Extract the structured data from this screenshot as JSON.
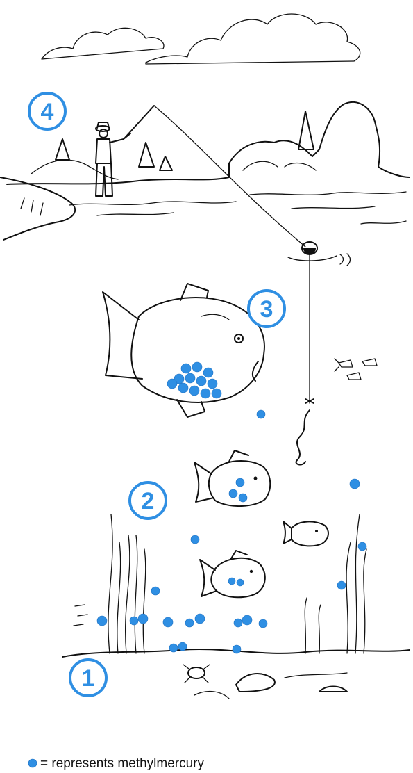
{
  "stage_labels": [
    {
      "id": "1",
      "label": "1"
    },
    {
      "id": "2",
      "label": "2"
    },
    {
      "id": "3",
      "label": "3"
    },
    {
      "id": "4",
      "label": "4"
    }
  ],
  "legend": {
    "symbol": "blue-dot",
    "text": "= represents methylmercury"
  },
  "colors": {
    "methylmercury": "#2f8fe3",
    "badge": "#2f8fe3",
    "ink": "#111111"
  }
}
